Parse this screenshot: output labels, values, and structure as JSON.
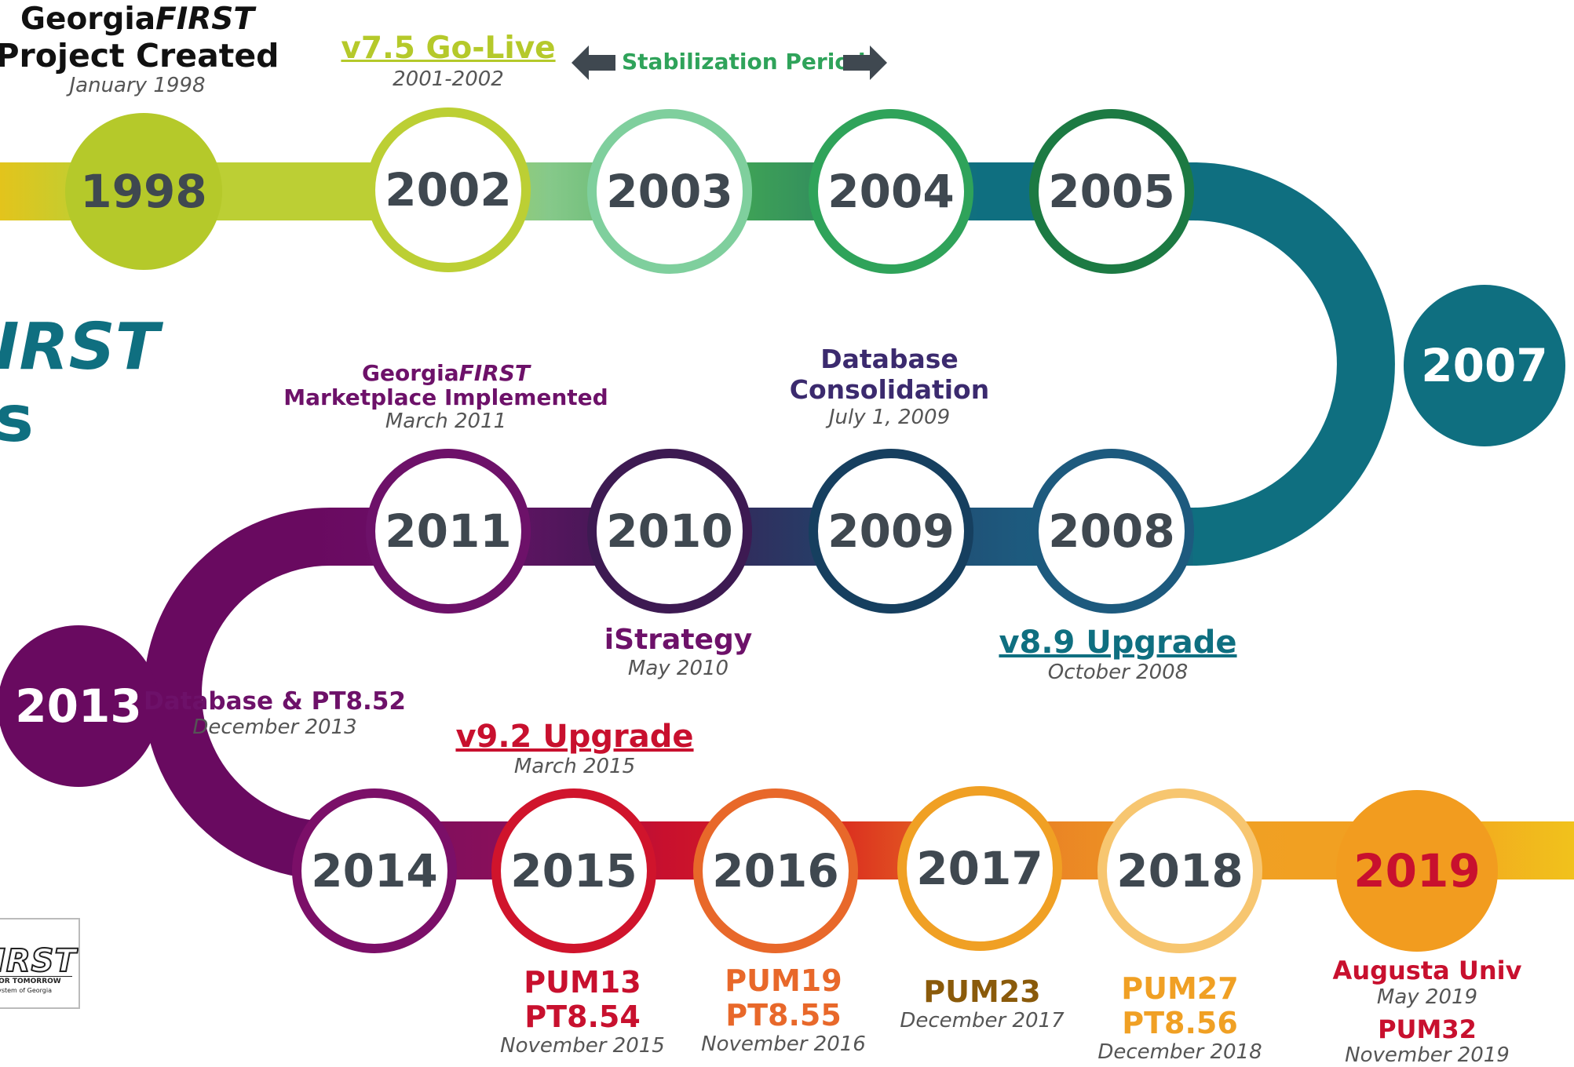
{
  "milestones": [
    {
      "year": "1998",
      "ring": "#b5c92a",
      "fill": "#b5c92a",
      "text": "#3f4850"
    },
    {
      "year": "2002",
      "ring": "#bccf34",
      "fill": "#ffffff",
      "text": "#3f4850"
    },
    {
      "year": "2003",
      "ring": "#7fcf9d",
      "fill": "#ffffff",
      "text": "#3f4850"
    },
    {
      "year": "2004",
      "ring": "#2fa35a",
      "fill": "#ffffff",
      "text": "#3f4850"
    },
    {
      "year": "2005",
      "ring": "#1c7a43",
      "fill": "#ffffff",
      "text": "#3f4850"
    },
    {
      "year": "2007",
      "ring": "#0f6f80",
      "fill": "#0f6f80",
      "text": "#ffffff"
    },
    {
      "year": "2008",
      "ring": "#1d5a7e",
      "fill": "#ffffff",
      "text": "#3f4850"
    },
    {
      "year": "2009",
      "ring": "#163f5f",
      "fill": "#ffffff",
      "text": "#3f4850"
    },
    {
      "year": "2010",
      "ring": "#3d1a52",
      "fill": "#ffffff",
      "text": "#3f4850"
    },
    {
      "year": "2011",
      "ring": "#6d1169",
      "fill": "#ffffff",
      "text": "#3f4850"
    },
    {
      "year": "2013",
      "ring": "#690a60",
      "fill": "#690a60",
      "text": "#ffffff"
    },
    {
      "year": "2014",
      "ring": "#7b0f68",
      "fill": "#ffffff",
      "text": "#3f4850"
    },
    {
      "year": "2015",
      "ring": "#d0142c",
      "fill": "#ffffff",
      "text": "#3f4850"
    },
    {
      "year": "2016",
      "ring": "#e8682a",
      "fill": "#ffffff",
      "text": "#3f4850"
    },
    {
      "year": "2017",
      "ring": "#f0a024",
      "fill": "#ffffff",
      "text": "#3f4850"
    },
    {
      "year": "2018",
      "ring": "#f7c670",
      "fill": "#ffffff",
      "text": "#3f4850"
    },
    {
      "year": "2019",
      "ring": "#f29c1f",
      "fill": "#f29c1f",
      "text": "#c8102e"
    }
  ],
  "left_partial_title": {
    "line1": "IRST",
    "line2": "s"
  },
  "annotations": {
    "a1998": {
      "title_prefix": "Georgia",
      "title_italic": "FIRST",
      "title_line2": "Project Created",
      "date": "January 1998"
    },
    "a2002": {
      "title": "v7.5 Go-Live",
      "date": "2001-2002"
    },
    "stabilization": {
      "label": "Stabilization Period"
    },
    "a2011": {
      "title_prefix": "Georgia",
      "title_italic": "FIRST",
      "title_line2": "Marketplace Implemented",
      "date": "March 2011"
    },
    "a2009": {
      "title_line1": "Database",
      "title_line2": "Consolidation",
      "date": "July 1, 2009"
    },
    "a2010": {
      "title": "iStrategy",
      "date": "May 2010"
    },
    "a2008": {
      "title": "v8.9 Upgrade",
      "date": "October 2008"
    },
    "a2013": {
      "title": "Database & PT8.52",
      "date": "December 2013"
    },
    "a2015top": {
      "title": "v9.2 Upgrade",
      "date": "March 2015"
    },
    "a2015": {
      "line1": "PUM13",
      "line2": "PT8.54",
      "date": "November 2015"
    },
    "a2016": {
      "line1": "PUM19",
      "line2": "PT8.55",
      "date": "November 2016"
    },
    "a2017": {
      "line1": "PUM23",
      "date": "December 2017"
    },
    "a2018": {
      "line1": "PUM27",
      "line2": "PT8.56",
      "date": "December 2018"
    },
    "a2019": {
      "line1": "Augusta Univ",
      "date1": "May 2019",
      "line2": "PUM32",
      "date2": "November 2019"
    }
  },
  "logo": {
    "mark": "IRST",
    "tagline": "FOR TOMORROW",
    "org": "System of Georgia"
  }
}
